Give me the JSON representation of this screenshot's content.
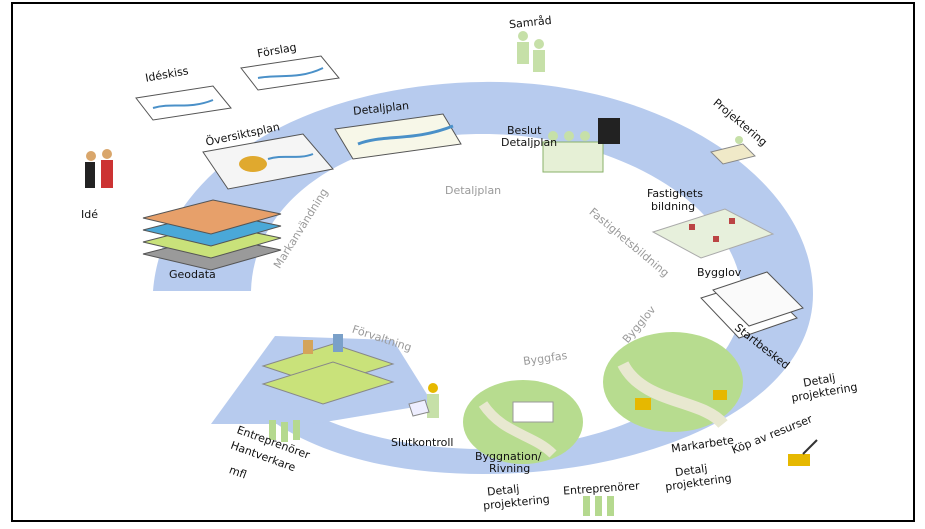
{
  "stage_labels": {
    "ide": "Idé",
    "ideskiss": "Idéskiss",
    "forslag": "Förslag",
    "samrad": "Samråd",
    "projektering": "Projektering",
    "oversiktsplan": "Översiktsplan",
    "detaljplan": "Detaljplan",
    "beslut_line1": "Beslut",
    "beslut_line2": "Detaljplan",
    "fastighetsbildning_line1": "Fastighets",
    "fastighetsbildning_line2": "bildning",
    "geodata": "Geodata",
    "bygglov": "Bygglov",
    "startbesked": "Startbesked",
    "detaljprojektering_right_line1": "Detalj",
    "detaljprojektering_right_line2": "projektering",
    "kop_av_resurser": "Köp av resurser",
    "markarbete": "Markarbete",
    "detaljprojektering_bottom_line1": "Detalj",
    "detaljprojektering_bottom_line2": "projektering",
    "entreprenorer": "Entreprenörer",
    "detaljprojektering_left_line1": "Detalj",
    "detaljprojektering_left_line2": "projektering",
    "byggnation_line1": "Byggnation/",
    "byggnation_line2": "Rivning",
    "slutkontroll": "Slutkontroll",
    "entreprenorer_hantverkare_line1": "Entreprenörer",
    "entreprenorer_hantverkare_line2": "Hantverkare",
    "entreprenorer_hantverkare_line3": "mfl"
  },
  "ring_labels": {
    "markanvandning": "Markanvändning",
    "detaljplan": "Detaljplan",
    "fastighetsbildning": "Fastighetsbildning",
    "bygglov": "Bygglov",
    "byggfas": "Byggfas",
    "forvaltning": "Förvaltning"
  },
  "colors": {
    "ring": "#b7cbee",
    "ring_inner": "#ffffff",
    "field_green": "#b7dc8f",
    "road": "#e8e8d0",
    "worker_green": "#b5d98f",
    "frame": "#000000"
  }
}
